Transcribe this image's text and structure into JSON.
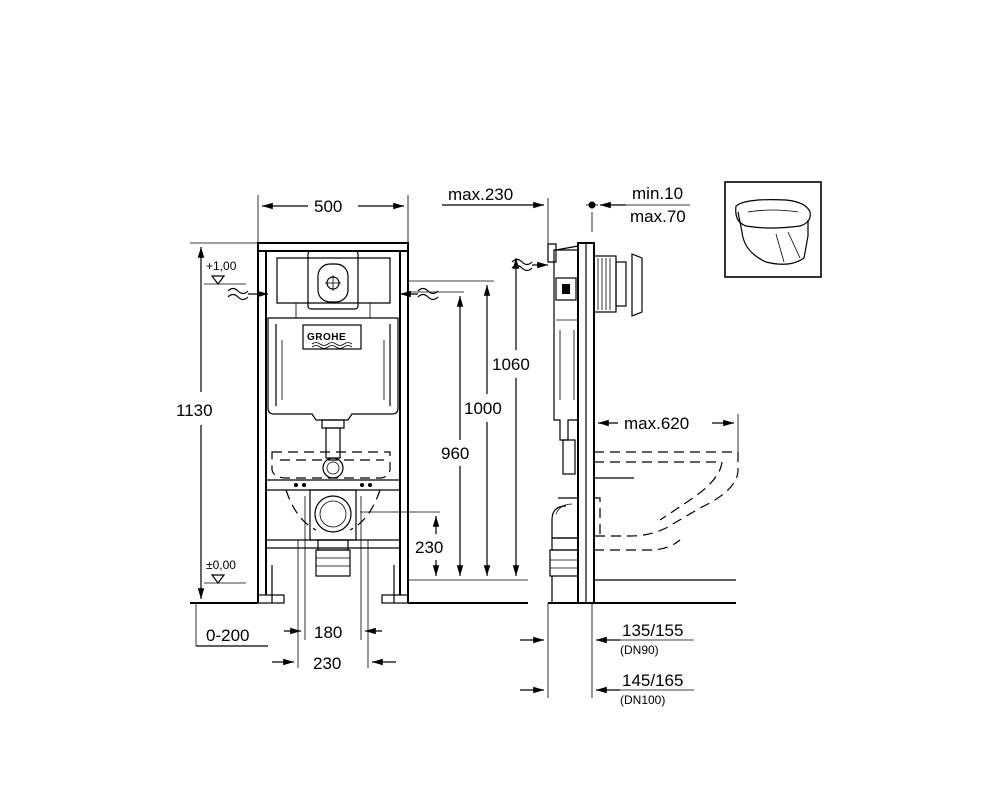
{
  "front_view": {
    "width_label": "500",
    "height_label": "1130",
    "level_top": "+1,00",
    "level_zero": "±0,00",
    "h_1060": "1060",
    "h_1000": "1000",
    "h_960": "960",
    "h_230": "230",
    "offset_label": "0-200",
    "spacing_180": "180",
    "spacing_230": "230",
    "logo": "GROHE"
  },
  "side_view": {
    "max_230": "max.230",
    "min_10": "min.10",
    "max_70": "max.70",
    "max_620": "max.620",
    "dim_135_155": "135/155",
    "dn90": "(DN90)",
    "dim_145_165": "145/165",
    "dn100": "(DN100)"
  },
  "colors": {
    "line": "#000000",
    "background": "#ffffff"
  },
  "icons": [
    "water-inlet-icon",
    "toilet-bowl-icon",
    "level-marker-icon"
  ]
}
